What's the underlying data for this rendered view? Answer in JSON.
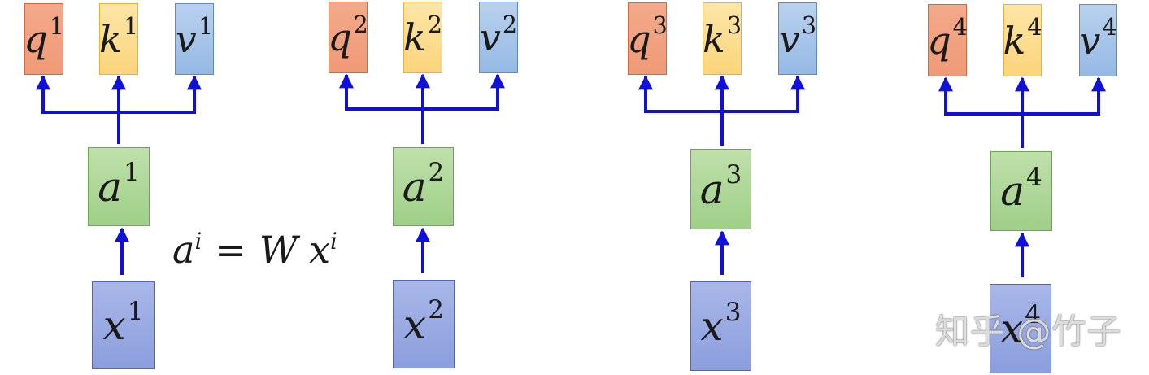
{
  "columns": [
    {
      "q": {
        "var": "q",
        "sup": "1"
      },
      "k": {
        "var": "k",
        "sup": "1"
      },
      "v": {
        "var": "v",
        "sup": "1"
      },
      "a": {
        "var": "a",
        "sup": "1"
      },
      "x": {
        "var": "x",
        "sup": "1"
      }
    },
    {
      "q": {
        "var": "q",
        "sup": "2"
      },
      "k": {
        "var": "k",
        "sup": "2"
      },
      "v": {
        "var": "v",
        "sup": "2"
      },
      "a": {
        "var": "a",
        "sup": "2"
      },
      "x": {
        "var": "x",
        "sup": "2"
      }
    },
    {
      "q": {
        "var": "q",
        "sup": "3"
      },
      "k": {
        "var": "k",
        "sup": "3"
      },
      "v": {
        "var": "v",
        "sup": "3"
      },
      "a": {
        "var": "a",
        "sup": "3"
      },
      "x": {
        "var": "x",
        "sup": "3"
      }
    },
    {
      "q": {
        "var": "q",
        "sup": "4"
      },
      "k": {
        "var": "k",
        "sup": "4"
      },
      "v": {
        "var": "v",
        "sup": "4"
      },
      "a": {
        "var": "a",
        "sup": "4"
      },
      "x": {
        "var": "x",
        "sup": "4"
      }
    }
  ],
  "formula": {
    "lhs": "a",
    "lhs_sup": "i",
    "eq": "=",
    "rhs_w": "W",
    "rhs_x": "x",
    "rhs_sup": "i"
  },
  "watermark": "知乎 @竹子",
  "colors": {
    "arrow": "#1010d8",
    "q": "#ef9a77",
    "k": "#fbd47c",
    "v": "#95b9e4",
    "a": "#9fcf88",
    "x": "#8b9edd"
  }
}
